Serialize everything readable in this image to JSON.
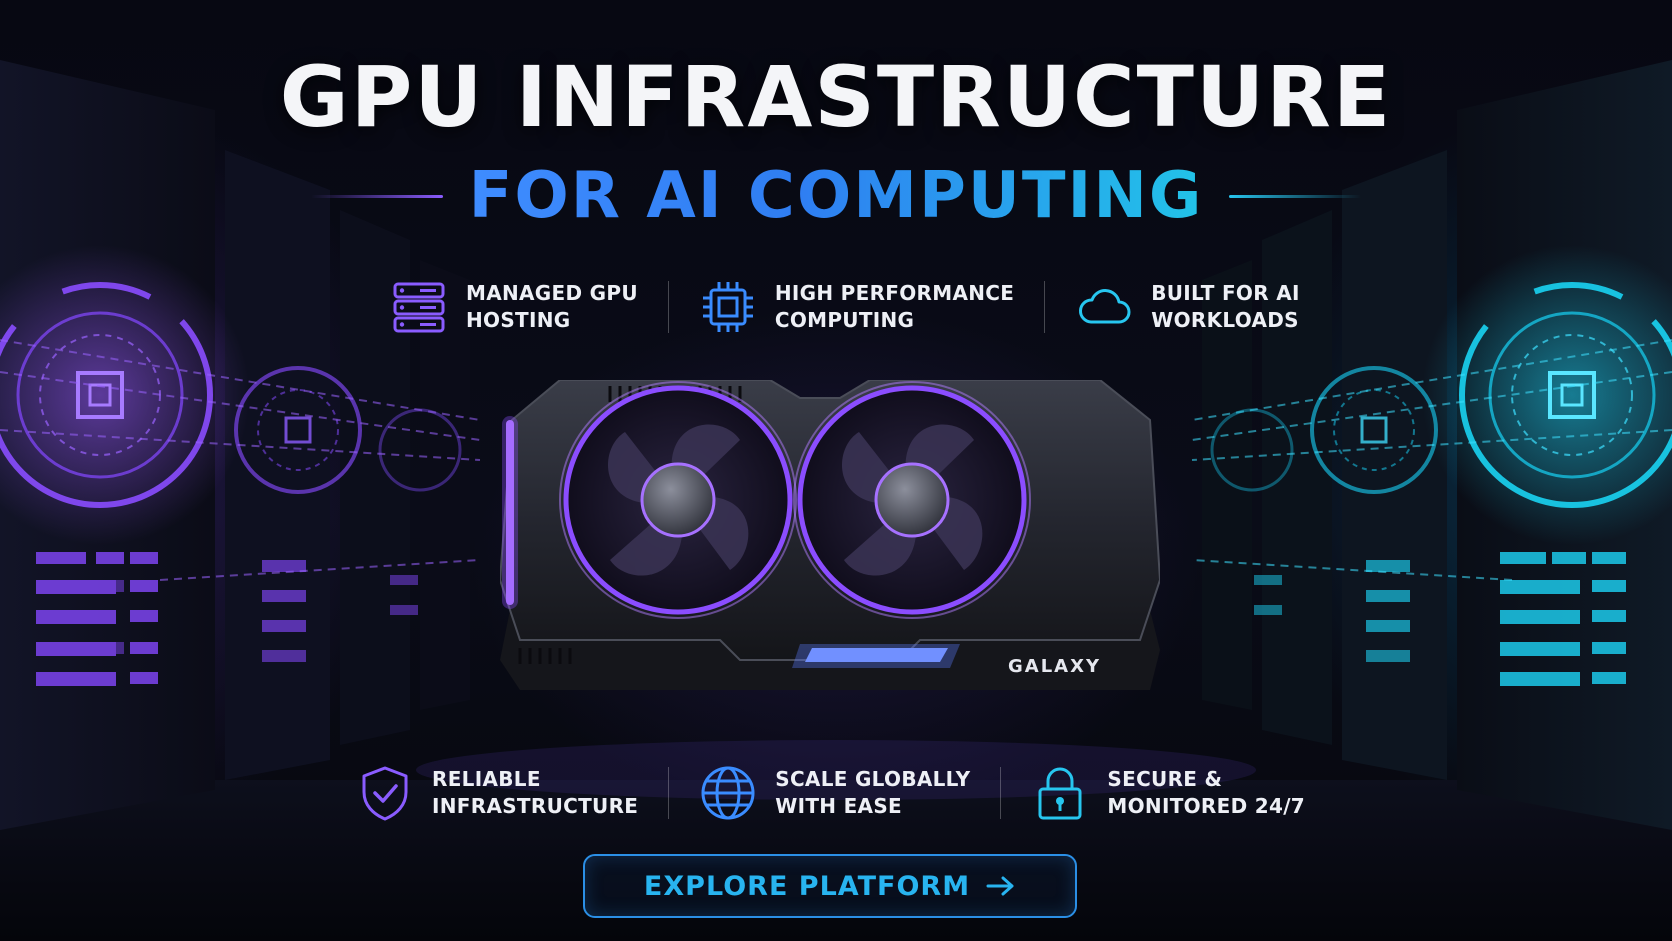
{
  "headline": {
    "title": "GPU INFRASTRUCTURE",
    "subtitle": "FOR AI COMPUTING"
  },
  "features_top": [
    {
      "icon": "server-stack-icon",
      "label": "MANAGED GPU\nHOSTING",
      "color": "#8a5cff"
    },
    {
      "icon": "processor-chip-icon",
      "label": "HIGH PERFORMANCE\nCOMPUTING",
      "color": "#3a8cff"
    },
    {
      "icon": "cloud-icon",
      "label": "BUILT FOR AI\nWORKLOADS",
      "color": "#27c6ef"
    }
  ],
  "features_bottom": [
    {
      "icon": "shield-check-icon",
      "label": "RELIABLE\nINFRASTRUCTURE",
      "color": "#8a5cff"
    },
    {
      "icon": "globe-icon",
      "label": "SCALE GLOBALLY\nWITH EASE",
      "color": "#3a8cff"
    },
    {
      "icon": "padlock-icon",
      "label": "SECURE &\nMONITORED 24/7",
      "color": "#27c6ef"
    }
  ],
  "gpu": {
    "brand": "GALAXY",
    "accent": "#8b4dff"
  },
  "cta": {
    "label": "EXPLORE PLATFORM",
    "icon": "arrow-right-icon",
    "color": "#28b4f0"
  },
  "palette": {
    "purple": "#8a5cff",
    "blue": "#3a8cff",
    "cyan": "#27c6ef",
    "background": "#05060d"
  }
}
